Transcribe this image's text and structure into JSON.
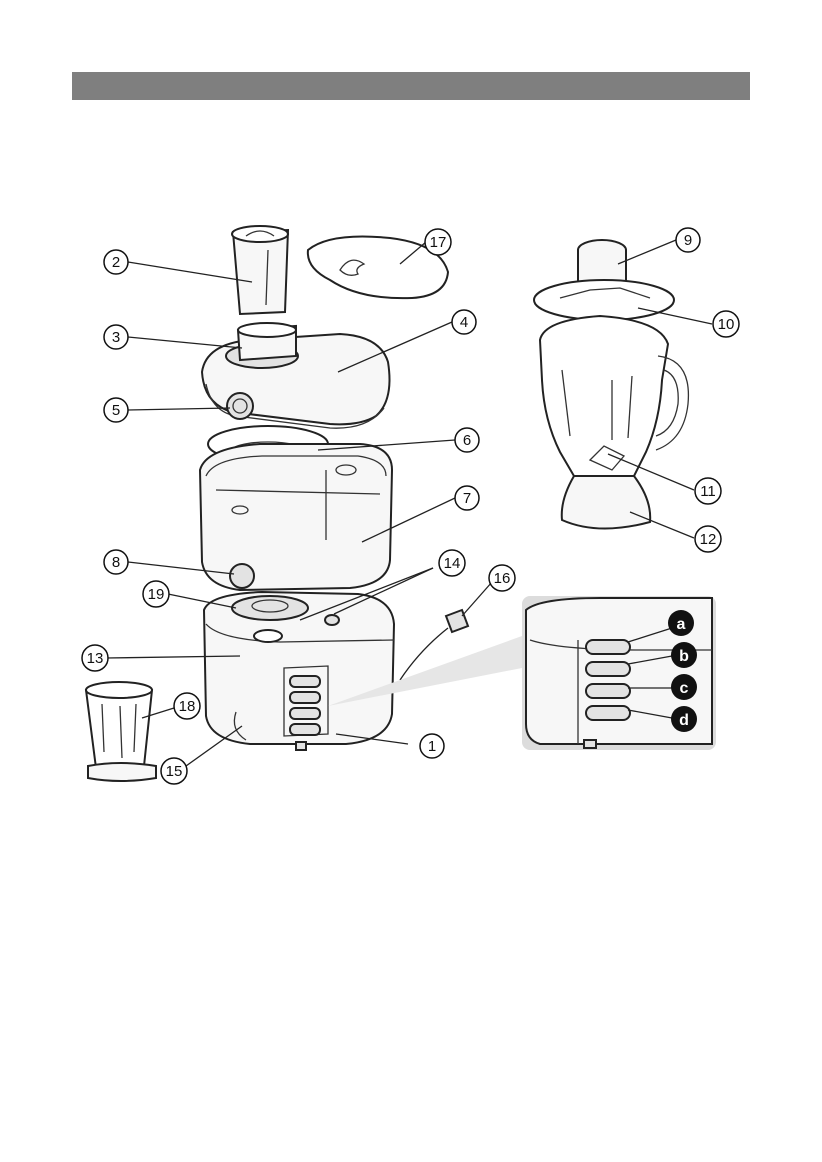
{
  "callouts": [
    {
      "id": "1",
      "label": "1"
    },
    {
      "id": "2",
      "label": "2"
    },
    {
      "id": "3",
      "label": "3"
    },
    {
      "id": "4",
      "label": "4"
    },
    {
      "id": "5",
      "label": "5"
    },
    {
      "id": "6",
      "label": "6"
    },
    {
      "id": "7",
      "label": "7"
    },
    {
      "id": "8",
      "label": "8"
    },
    {
      "id": "9",
      "label": "9"
    },
    {
      "id": "10",
      "label": "10"
    },
    {
      "id": "11",
      "label": "11"
    },
    {
      "id": "12",
      "label": "12"
    },
    {
      "id": "13",
      "label": "13"
    },
    {
      "id": "14",
      "label": "14"
    },
    {
      "id": "15",
      "label": "15"
    },
    {
      "id": "16",
      "label": "16"
    },
    {
      "id": "17",
      "label": "17"
    },
    {
      "id": "18",
      "label": "18"
    },
    {
      "id": "19",
      "label": "19"
    }
  ],
  "speed_labels": [
    {
      "id": "a",
      "label": "a"
    },
    {
      "id": "b",
      "label": "b"
    },
    {
      "id": "c",
      "label": "c"
    },
    {
      "id": "d",
      "label": "d"
    }
  ],
  "colors": {
    "header_bar": "#7f7f7f",
    "inset_background": "#dcdcdc",
    "letter_badge": "#111111"
  }
}
